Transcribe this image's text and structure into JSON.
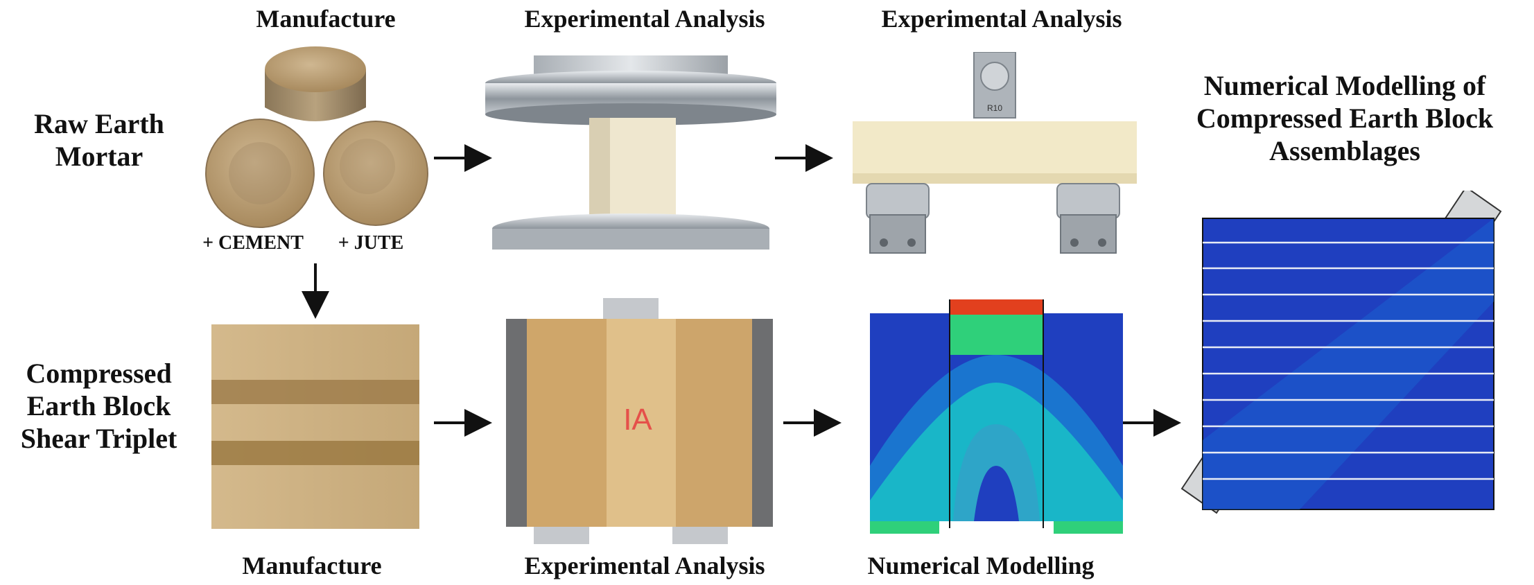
{
  "labels": {
    "top_manufacture": "Manufacture",
    "top_experimental_1": "Experimental Analysis",
    "top_experimental_2": "Experimental Analysis",
    "bottom_manufacture": "Manufacture",
    "bottom_experimental": "Experimental Analysis",
    "bottom_numerical": "Numerical Modelling",
    "raw_earth_mortar": [
      "Raw Earth",
      "Mortar"
    ],
    "ceb_shear_triplet": [
      "Compressed",
      "Earth Block",
      "Shear Triplet"
    ],
    "numerical_assemblages": [
      "Numerical Modelling of",
      "Compressed Earth Block",
      "Assemblages"
    ],
    "plus_cement": "+ CEMENT",
    "plus_jute": "+ JUTE",
    "specimen_marking": "IA",
    "roller_marking": "R10"
  },
  "colors": {
    "earth": "#c9a97a",
    "fem_dark_blue": "#1f3fbf",
    "fem_cyan": "#19b6c8",
    "fem_green": "#2fd07a",
    "fem_red": "#e2401e",
    "steel": "#9aa1a8"
  }
}
